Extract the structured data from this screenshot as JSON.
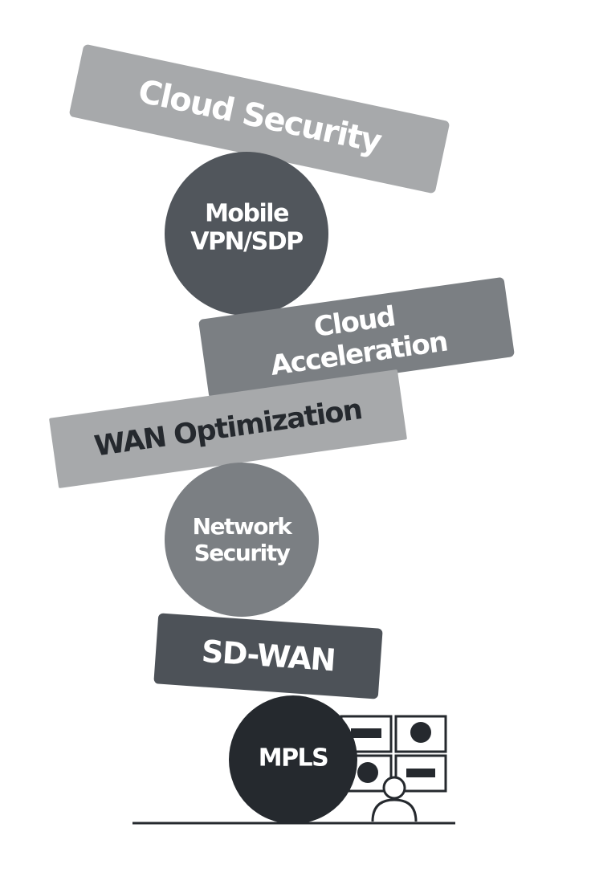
{
  "colors": {
    "light_gray": "#a7a9ab",
    "mid_gray": "#7b7f83",
    "dark_gray": "#51565c",
    "charcoal": "#4d5258",
    "near_black": "#25292e",
    "text_light": "#ffffff",
    "text_dark": "#25292e"
  },
  "stack": {
    "cloud_security": "Cloud Security",
    "mobile_vpn_sdp": "Mobile\nVPN/SDP",
    "cloud_acceleration": "Cloud Acceleration",
    "wan_optimization": "WAN Optimization",
    "network_security": "Network\nSecurity",
    "sd_wan": "SD-WAN",
    "mpls": "MPLS"
  },
  "icons": {
    "operator": "person-at-monitors-icon"
  }
}
